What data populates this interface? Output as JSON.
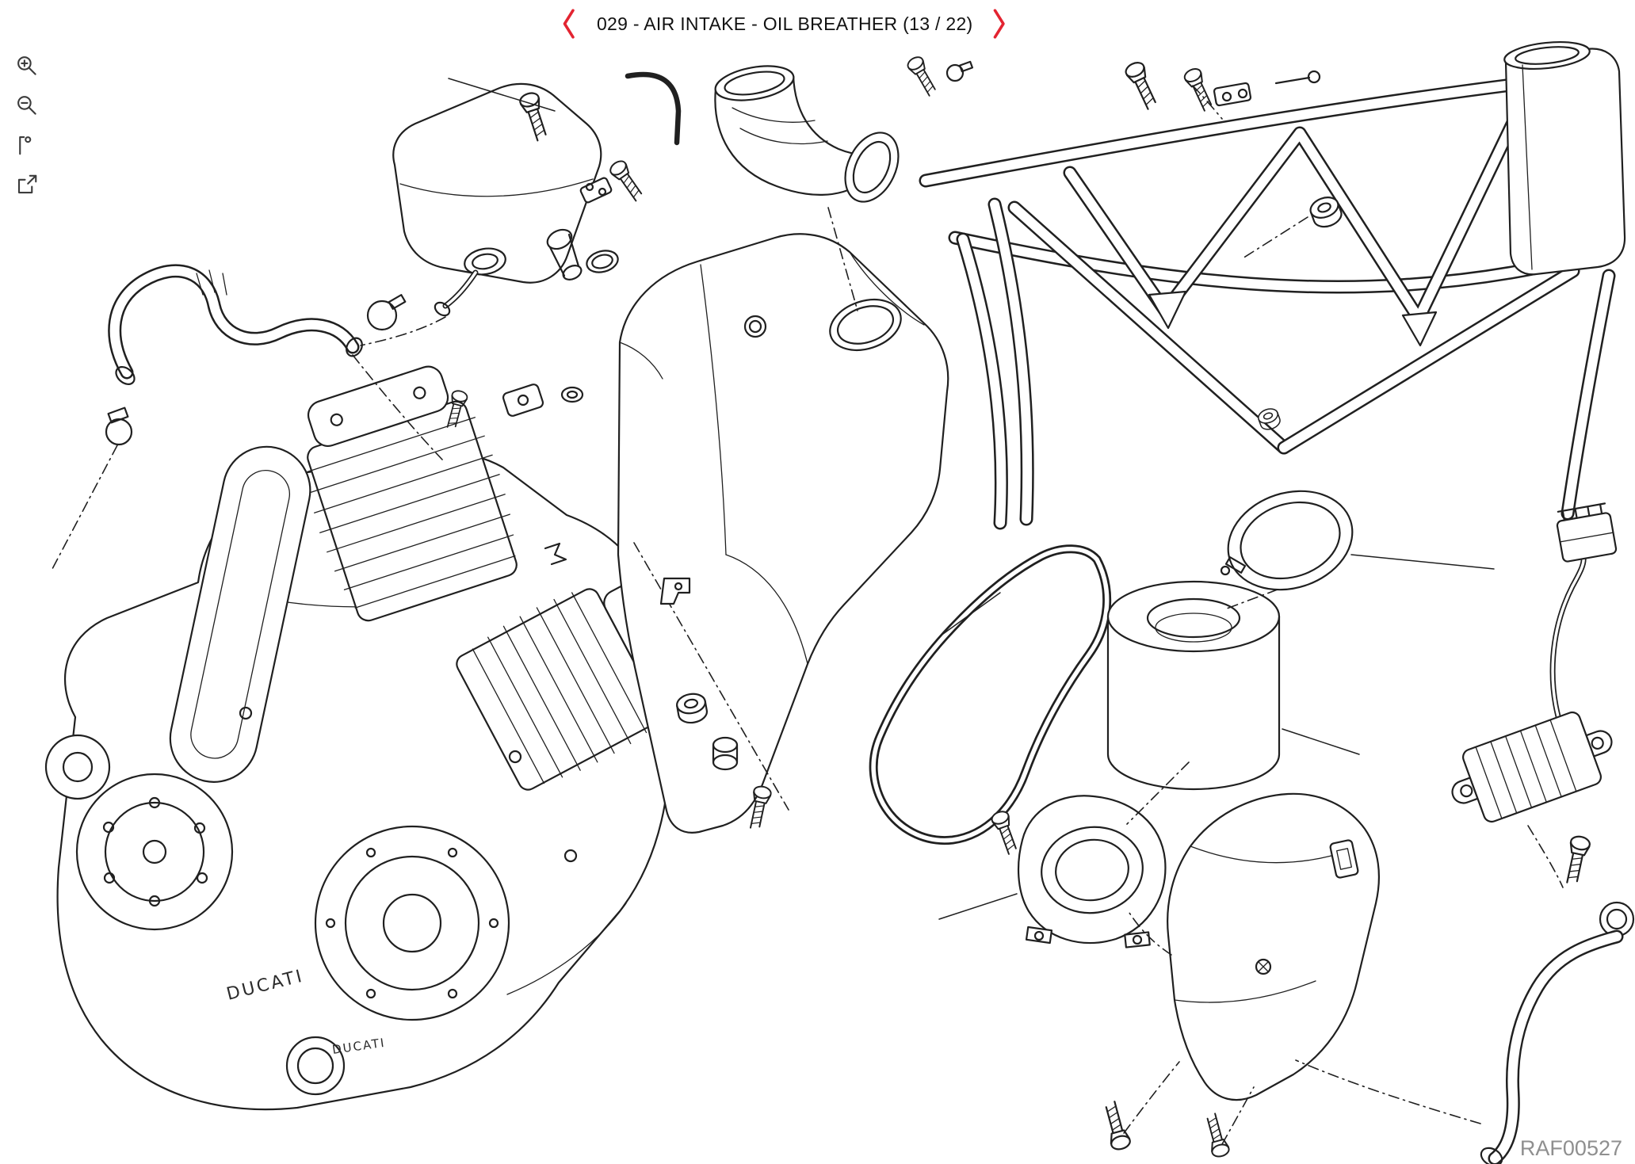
{
  "colors": {
    "accent": "#e32431",
    "line": "#202020",
    "muted": "#8f8f8f"
  },
  "header": {
    "title": "029 - AIR INTAKE - OIL BREATHER (13 / 22)",
    "prev_icon": "chevron-left",
    "next_icon": "chevron-right"
  },
  "toolbar": {
    "items": [
      {
        "icon": "zoom-in-icon"
      },
      {
        "icon": "zoom-out-icon"
      },
      {
        "icon": "zoom-selection-icon"
      },
      {
        "icon": "fullscreen-icon"
      }
    ]
  },
  "diagram": {
    "code": "RAF00527",
    "engine_label": "DUCATI"
  }
}
